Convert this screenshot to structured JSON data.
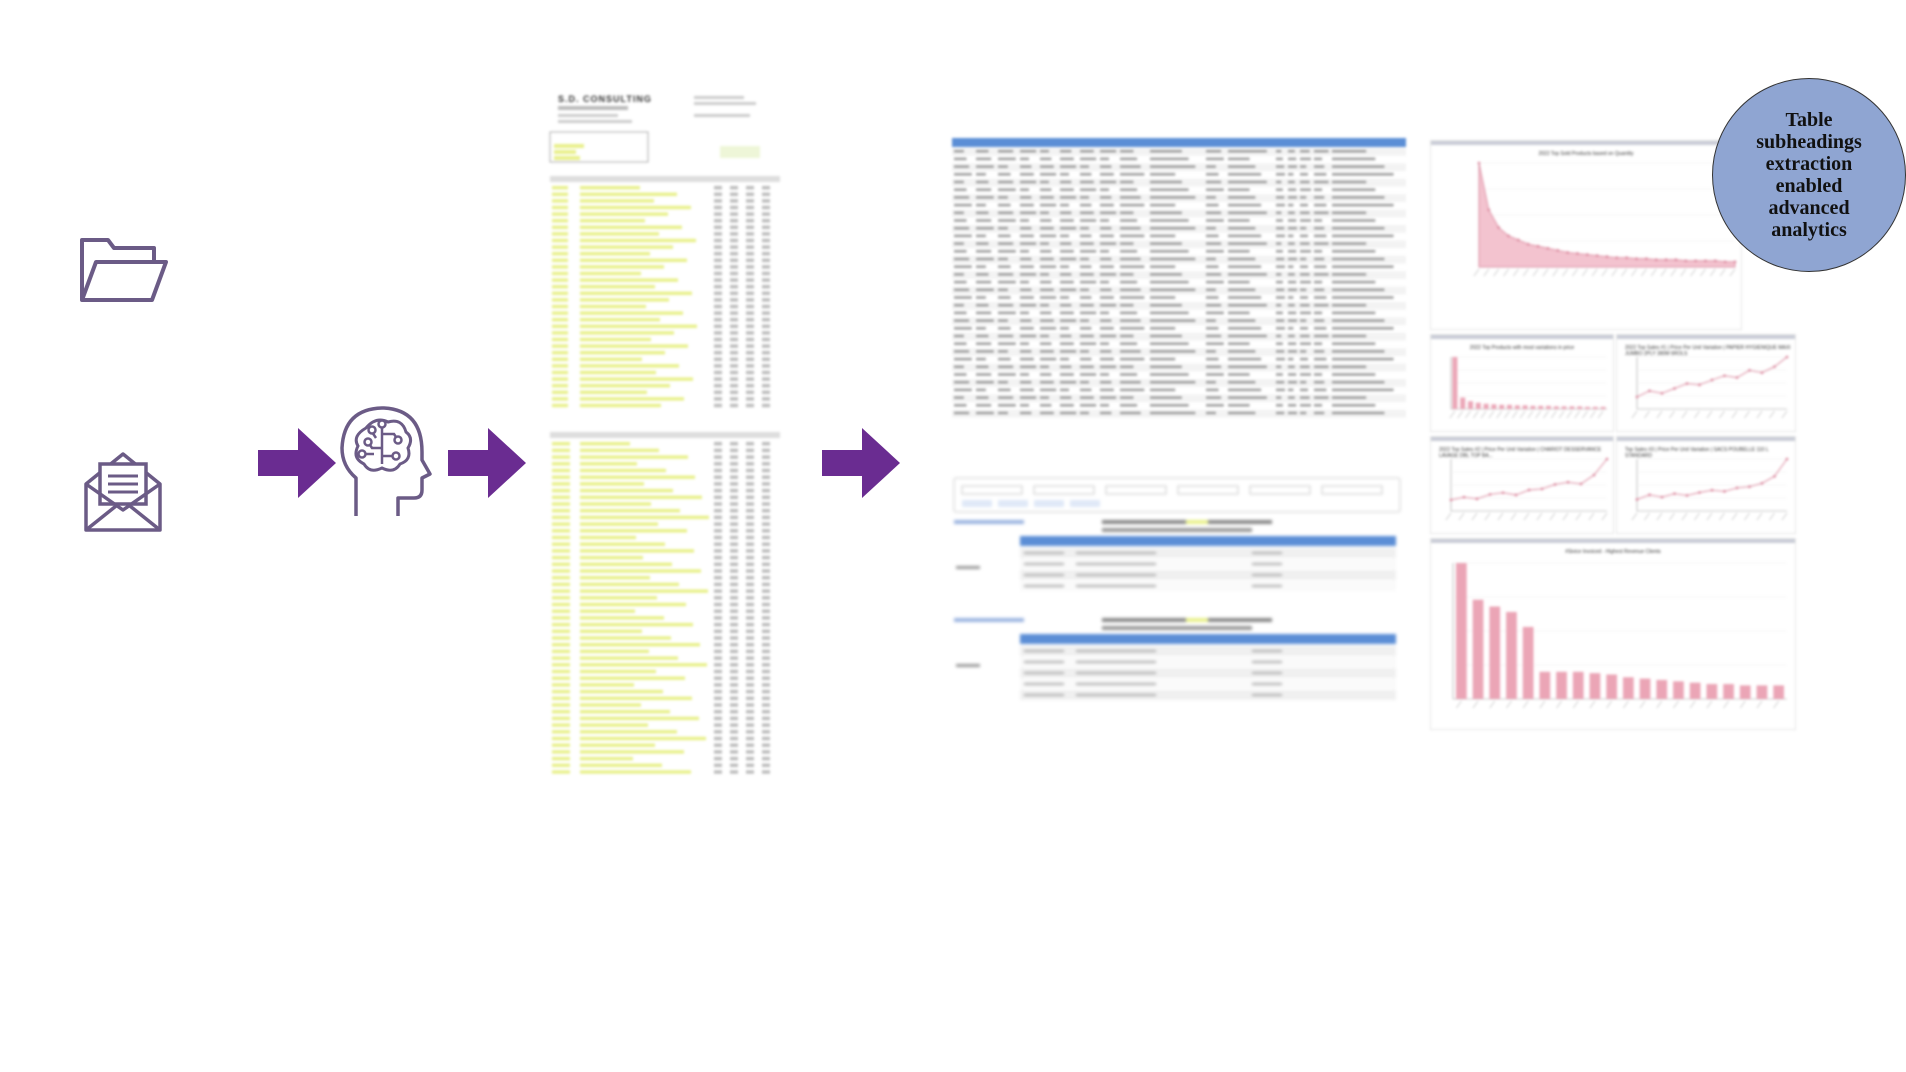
{
  "callout": {
    "text": "Table subheadings extraction enabled advanced analytics"
  },
  "icons": {
    "folder": "folder-open-icon",
    "email": "envelope-open-icon",
    "ai": "ai-brain-icon"
  },
  "colors": {
    "accent_purple": "#6a2c91",
    "icon_outline": "#6b5b86",
    "callout_fill": "#8fa5d2",
    "highlight_yellow": "#e8f08a",
    "table_header_blue": "#5b8ed6",
    "chart_pink": "#eba5b6"
  },
  "invoice": {
    "company": "S.D. CONSULTING"
  },
  "charts": [
    {
      "title": "2022 Top Sold Products based on Quantity",
      "chart_data": {
        "type": "area",
        "values": [
          100,
          55,
          38,
          30,
          26,
          22,
          20,
          18,
          16,
          14,
          13,
          12,
          11,
          10,
          9,
          9,
          8,
          8,
          7,
          7,
          7,
          6,
          6,
          6,
          6,
          5,
          5
        ]
      }
    },
    {
      "title": "2022 Top Products with most variations in price",
      "chart_data": {
        "type": "bar",
        "values": [
          100,
          22,
          15,
          12,
          10,
          9,
          8,
          8,
          7,
          7,
          6,
          6,
          6,
          5,
          5,
          5,
          5,
          4,
          4,
          4
        ]
      }
    },
    {
      "title": "2022 Top Sales #1 | Price Per Unit Variation | PAPIER HYGIENIQUE MAXI JUMBO 2PLY 380M 6ROLS",
      "chart_data": {
        "type": "line",
        "values": [
          2,
          3,
          2.6,
          3.4,
          4.2,
          4.0,
          4.8,
          5.5,
          5.2,
          6.4,
          6.0,
          7.0,
          8.6
        ]
      }
    },
    {
      "title": "2022 Top Sales #2 | Price Per Unit Variation | CHARIOT DESSERVANCE LAVAGE DBL TOP BA...",
      "chart_data": {
        "type": "line",
        "values": [
          2,
          2.5,
          2.2,
          3.0,
          3.3,
          2.9,
          3.8,
          4.0,
          4.8,
          5.2,
          4.9,
          6.5,
          9.4
        ]
      }
    },
    {
      "title": "Top Sales #3 | Price Per Unit Variation | SACS POUBELLE 110 L STANDARD",
      "chart_data": {
        "type": "line",
        "values": [
          2,
          2.8,
          2.4,
          3.0,
          2.7,
          3.2,
          3.6,
          3.4,
          4.0,
          4.2,
          4.8,
          6.0,
          9.0
        ]
      }
    },
    {
      "title": "#Sivice Invoiced - Highest Revenue Clients",
      "chart_data": {
        "type": "bar",
        "values": [
          100,
          73,
          68,
          64,
          53,
          20,
          20,
          20,
          19,
          18,
          16,
          15,
          14,
          13,
          12,
          11,
          11,
          10,
          10,
          10
        ]
      }
    }
  ]
}
